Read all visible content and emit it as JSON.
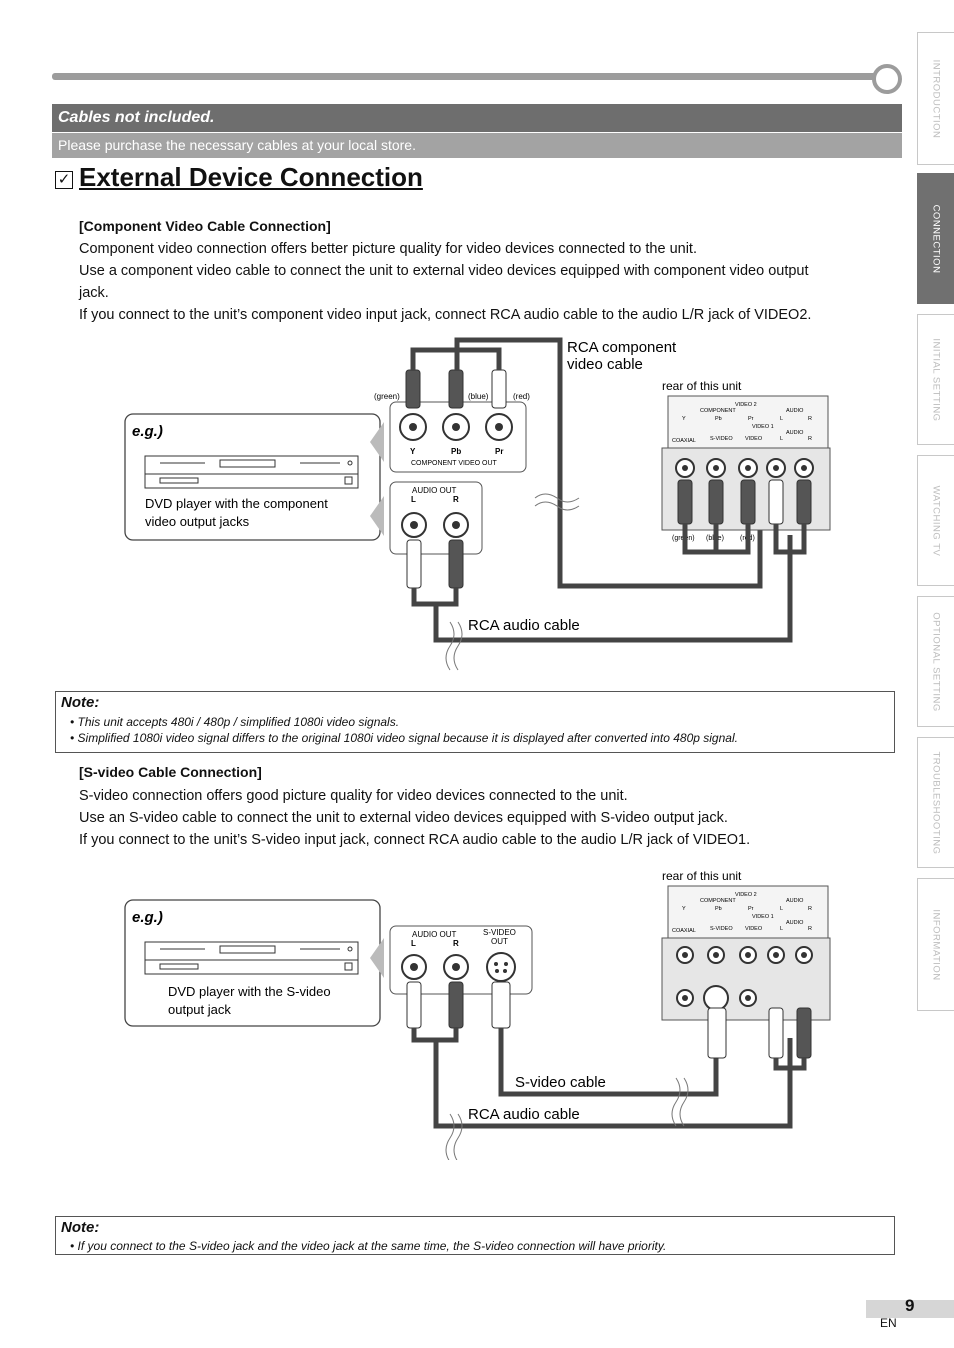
{
  "header": {
    "cables_title": "Cables not included.",
    "cables_sub": "Please purchase the necessary cables at your local store."
  },
  "page_title": "External Device Connection",
  "component": {
    "heading": "[Component Video Cable Connection]",
    "lines": [
      "Component video connection offers better picture quality for video devices connected to the unit.",
      "Use a component video cable to connect the unit to external video devices equipped with component video output",
      "jack.",
      "If you connect to the unit’s component video input jack, connect RCA audio cable to the audio L/R jack of VIDEO2."
    ]
  },
  "svideo": {
    "heading": "[S-video Cable Connection]",
    "lines": [
      "S-video connection offers good picture quality for video devices connected to the unit.",
      "Use an S-video cable to connect the unit to external video devices equipped with S-video output jack.",
      "If you connect to the unit’s S-video input jack, connect RCA audio cable to the audio L/R jack of VIDEO1."
    ]
  },
  "diagram1": {
    "eg": "e.g.)",
    "dvd_caption_1": "DVD player with the component",
    "dvd_caption_2": "video output jacks",
    "rca_component_1": "RCA component",
    "rca_component_2": "video cable",
    "rear_label": "rear of this unit",
    "rca_audio": "RCA audio cable",
    "green": "(green)",
    "blue": "(blue)",
    "red": "(red)",
    "y": "Y",
    "pb": "Pb",
    "pr": "Pr",
    "component_video_out": "COMPONENT VIDEO OUT",
    "audio_out": "AUDIO OUT",
    "l": "L",
    "r": "R"
  },
  "diagram2": {
    "eg": "e.g.)",
    "dvd_caption_1": "DVD player with the S-video",
    "dvd_caption_2": "output jack",
    "rear_label": "rear of this unit",
    "svideo_cable": "S-video cable",
    "rca_audio": "RCA audio cable",
    "audio_out": "AUDIO OUT",
    "l": "L",
    "r": "R",
    "svideo_out_1": "S-VIDEO",
    "svideo_out_2": "OUT"
  },
  "panel": {
    "video2": "VIDEO 2",
    "video1": "VIDEO 1",
    "component": "COMPONENT",
    "audio": "AUDIO",
    "y": "Y",
    "pb": "Pb",
    "pr": "Pr",
    "l": "L",
    "r": "R",
    "coaxial": "COAXIAL",
    "svideo": "S-VIDEO",
    "video": "VIDEO"
  },
  "note1": {
    "title": "Note:",
    "items": [
      "• This unit accepts 480i / 480p / simplified 1080i video signals.",
      "• Simplified 1080i video signal differs to the original 1080i video signal because it is displayed after converted into 480p signal."
    ]
  },
  "note2": {
    "title": "Note:",
    "items": [
      "• If you connect to the S-video jack and the video jack at the same time, the S-video connection will have priority."
    ]
  },
  "side_tabs": [
    "INTRODUCTION",
    "CONNECTION",
    "INITIAL SETTING",
    "WATCHING TV",
    "OPTIONAL SETTING",
    "TROUBLESHOOTING",
    "INFORMATION"
  ],
  "page_number": "9",
  "lang": "EN"
}
